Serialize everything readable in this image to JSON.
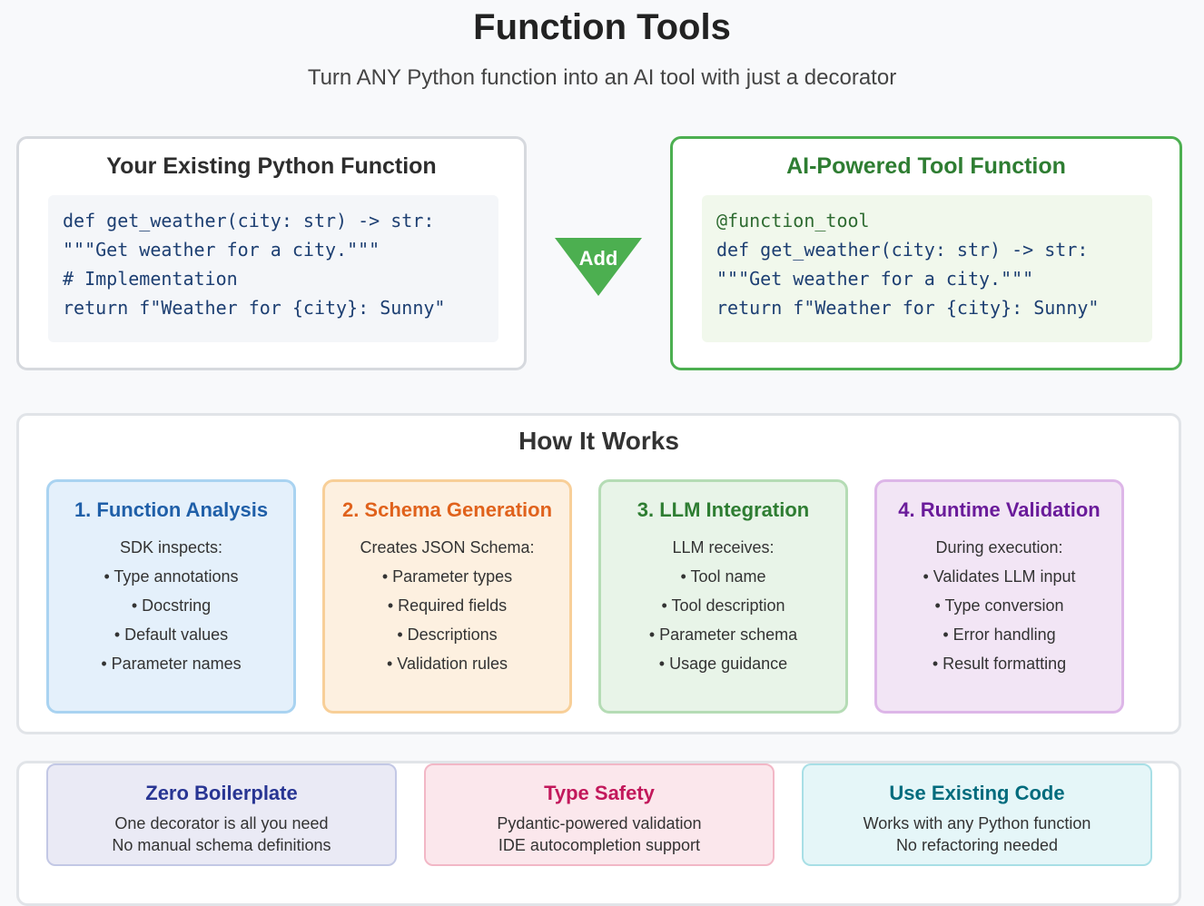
{
  "header": {
    "title": "Function Tools",
    "subtitle": "Turn ANY Python function into an AI tool with just a decorator"
  },
  "existing": {
    "title": "Your Existing Python Function",
    "code": [
      "def get_weather(city: str) -> str:",
      "\"\"\"Get weather for a city.\"\"\"",
      "# Implementation",
      "return f\"Weather for {city}: Sunny\""
    ]
  },
  "arrow": {
    "label": "Add",
    "color": "#4caf50"
  },
  "tool": {
    "title": "AI-Powered Tool Function",
    "code": [
      "@function_tool",
      "def get_weather(city: str) -> str:",
      "\"\"\"Get weather for a city.\"\"\"",
      "return f\"Weather for {city}: Sunny\""
    ]
  },
  "how": {
    "title": "How It Works",
    "steps": [
      {
        "title": "1. Function Analysis",
        "color": "#1f5fa8",
        "lines": [
          "SDK inspects:",
          "• Type annotations",
          "• Docstring",
          "• Default values",
          "• Parameter names"
        ]
      },
      {
        "title": "2. Schema Generation",
        "color": "#e0621c",
        "lines": [
          "Creates JSON Schema:",
          "• Parameter types",
          "• Required fields",
          "• Descriptions",
          "• Validation rules"
        ]
      },
      {
        "title": "3. LLM Integration",
        "color": "#2e7d32",
        "lines": [
          "LLM receives:",
          "• Tool name",
          "• Tool description",
          "• Parameter schema",
          "• Usage guidance"
        ]
      },
      {
        "title": "4. Runtime Validation",
        "color": "#6a1b9a",
        "lines": [
          "During execution:",
          "• Validates LLM input",
          "• Type conversion",
          "• Error handling",
          "• Result formatting"
        ]
      }
    ]
  },
  "benefits": [
    {
      "title": "Zero Boilerplate",
      "lines": [
        "One decorator is all you need",
        "No manual schema definitions"
      ]
    },
    {
      "title": "Type Safety",
      "lines": [
        "Pydantic-powered validation",
        "IDE autocompletion support"
      ]
    },
    {
      "title": "Use Existing Code",
      "lines": [
        "Works with any Python function",
        "No refactoring needed"
      ]
    }
  ]
}
